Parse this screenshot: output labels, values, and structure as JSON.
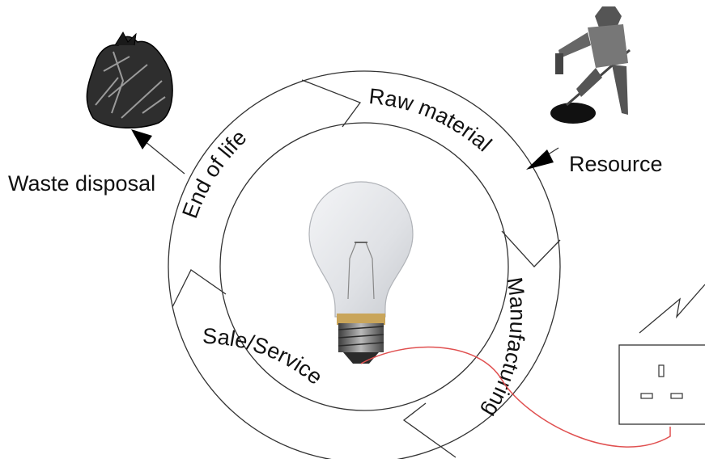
{
  "diagram": {
    "stages": [
      {
        "id": "raw",
        "label": "Raw material"
      },
      {
        "id": "mfg",
        "label": "Manufacturing"
      },
      {
        "id": "sale",
        "label": "Sale/Service"
      },
      {
        "id": "eol",
        "label": "End of life"
      }
    ],
    "inputs": {
      "resource_label": "Resource",
      "waste_label": "Waste disposal"
    },
    "icons": [
      "garbage-bag-icon",
      "worker-shoveling-icon",
      "light-bulb-icon",
      "power-socket-icon",
      "lightning-icon"
    ],
    "colors": {
      "outline": "#333333",
      "wire": "#e05050",
      "arrow": "#000000"
    }
  }
}
